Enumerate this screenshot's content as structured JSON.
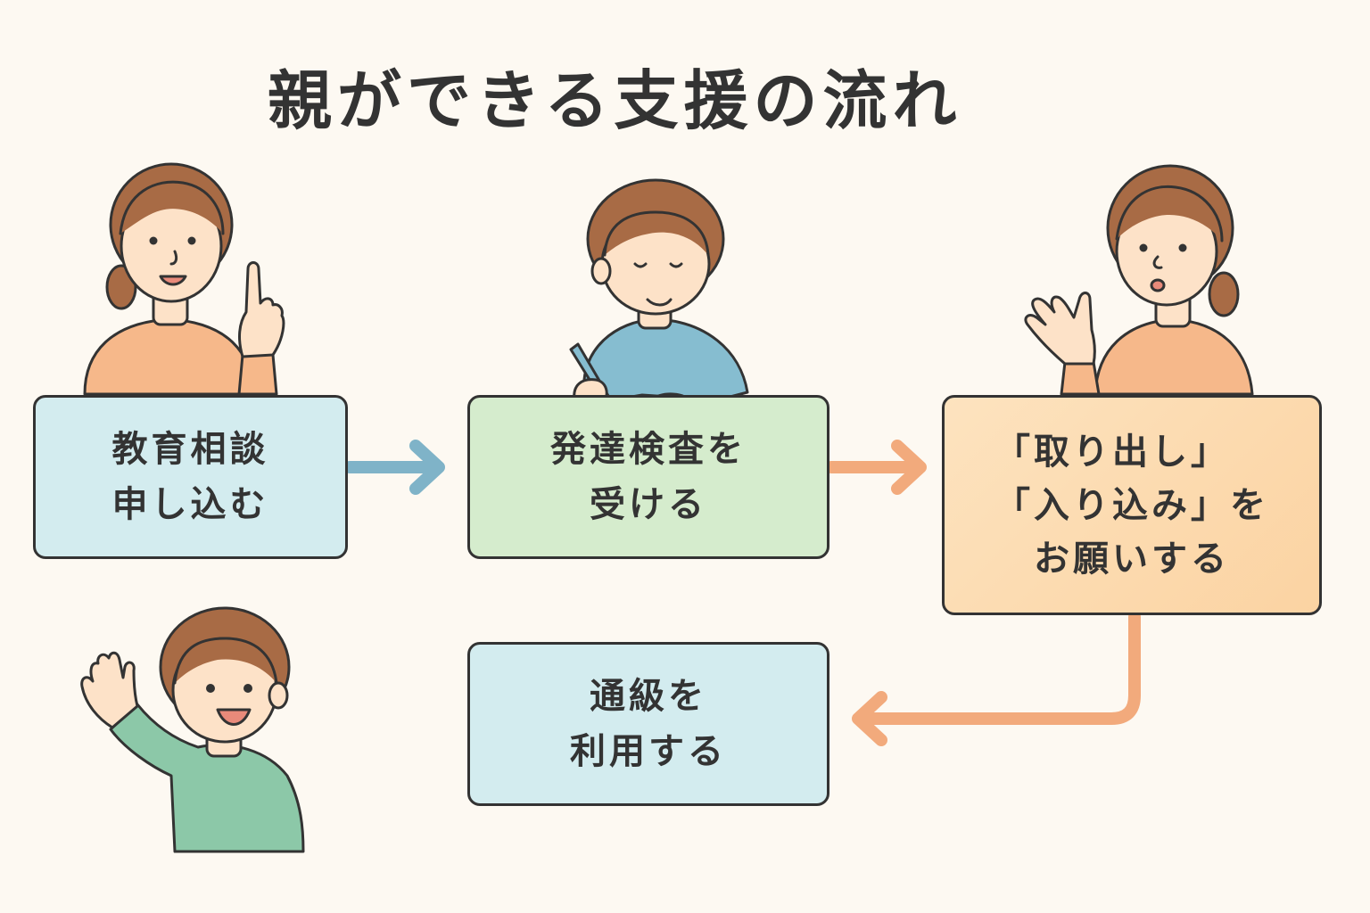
{
  "title": "親ができる支援の流れ",
  "colors": {
    "background": "#fdf9f2",
    "box_blue": "#d3ecef",
    "box_green": "#d5eccd",
    "box_orange": "#fbd7aa",
    "arrow_blue": "#7fb3c8",
    "arrow_orange": "#f2aa7c",
    "outline": "#333333"
  },
  "steps": [
    {
      "id": "consult",
      "lines": [
        "教育相談",
        "申し込む"
      ],
      "color": "#d3ecef"
    },
    {
      "id": "test",
      "lines": [
        "発達検査を",
        "受ける"
      ],
      "color": "#d5eccd"
    },
    {
      "id": "request",
      "lines": [
        "「取り出し」",
        "「入り込み」を",
        "お願いする"
      ],
      "color": "#fbd7aa"
    },
    {
      "id": "tsukyu",
      "lines": [
        "通級を",
        "利用する"
      ],
      "color": "#d3ecef"
    }
  ],
  "figures": [
    {
      "name": "mother-pointing",
      "shirt": "#f6b88a"
    },
    {
      "name": "child-writing",
      "shirt": "#86bdd0"
    },
    {
      "name": "mother-talking",
      "shirt": "#f6b88a"
    },
    {
      "name": "child-waving",
      "shirt": "#8cc8a8"
    }
  ]
}
